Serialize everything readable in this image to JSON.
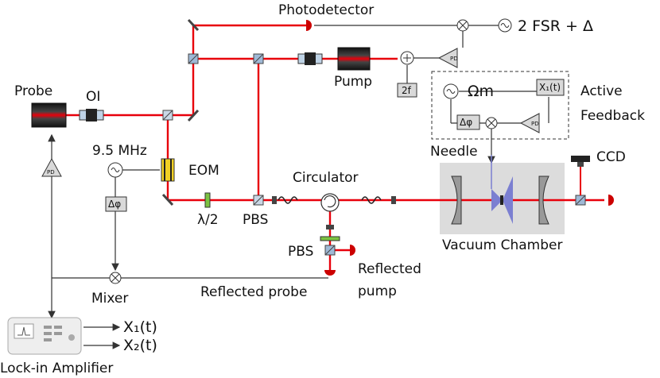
{
  "labels": {
    "photodetector": "Photodetector",
    "fsr": "2 FSR + Δ",
    "pump": "Pump",
    "two_f": "2f",
    "omega_m": "Ωm",
    "active_feedback_1": "Active",
    "active_feedback_2": "Feedback",
    "x1_box": "X₁(t)",
    "delta_phi": "Δφ",
    "pd": "PD",
    "probe": "Probe",
    "oi": "OI",
    "freq": "9.5 MHz",
    "eom": "EOM",
    "needle": "Needle",
    "ccd": "CCD",
    "circulator": "Circulator",
    "half_wave": "λ/2",
    "pbs": "PBS",
    "vacuum_chamber": "Vacuum Chamber",
    "reflected_1": "Reflected",
    "reflected_2": "pump",
    "reflected_probe": "Reflected probe",
    "mixer": "Mixer",
    "x1": "X₁(t)",
    "x2": "X₂(t)",
    "lockin": "Lock-in Amplifier"
  },
  "colors": {
    "beam": "#e8000b",
    "detector": "#cc0000",
    "chamber": "#dcdcdc",
    "needle": "#7b7fd1",
    "waveplate": "#7cc242",
    "eom": "#f2d024"
  }
}
